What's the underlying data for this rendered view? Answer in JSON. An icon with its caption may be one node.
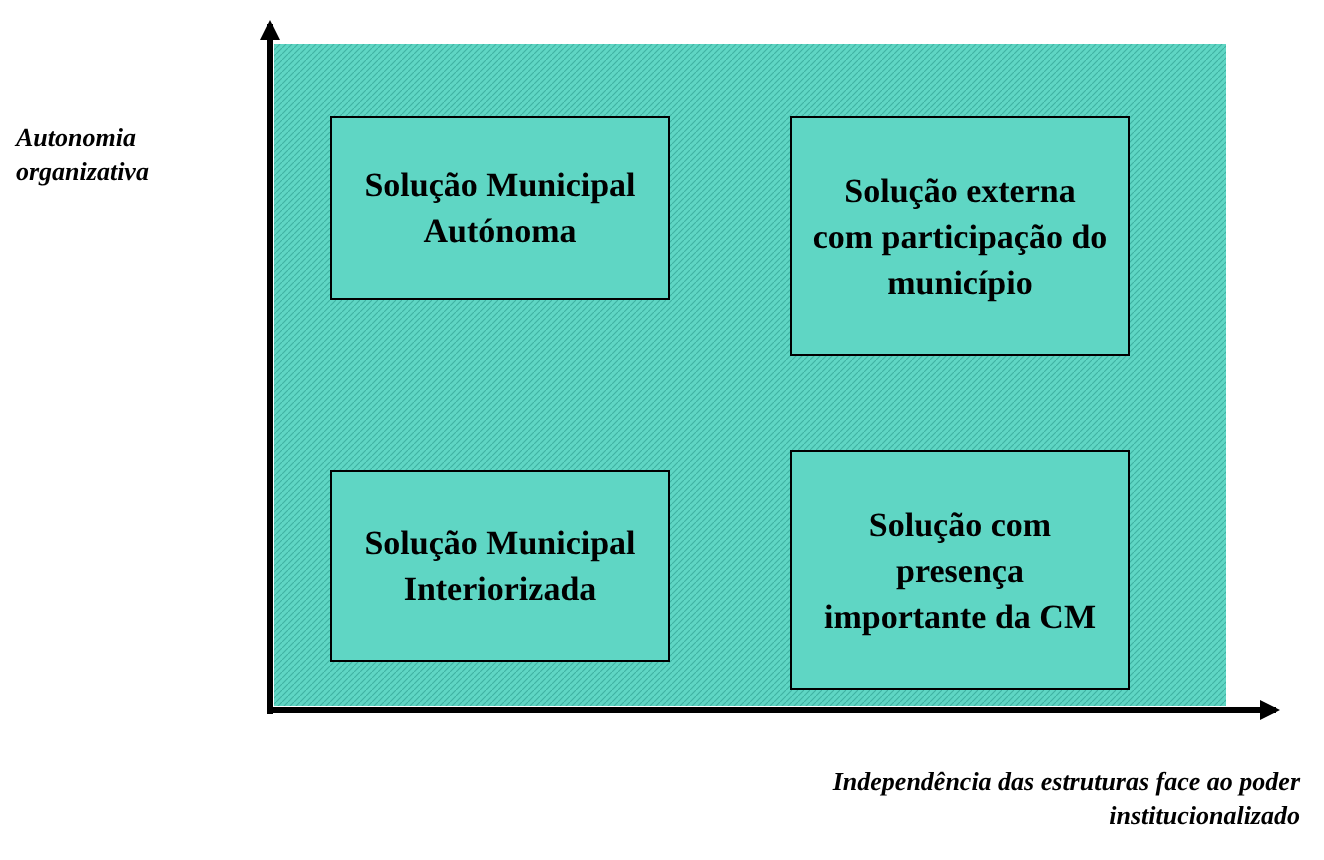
{
  "diagram": {
    "nodes": [
      {
        "text": [
          "Solução Municipal Autónoma"
        ]
      },
      {
        "text": [
          "Solução externa com participação do município"
        ]
      },
      {
        "text": [
          "Solução Municipal Interiorizada"
        ]
      },
      {
        "text": [
          "Solução com presença importante da CM"
        ]
      }
    ],
    "labels": [
      "Autonomia organizativa",
      "Independência das estruturas face ao poder institucionalizado"
    ]
  }
}
